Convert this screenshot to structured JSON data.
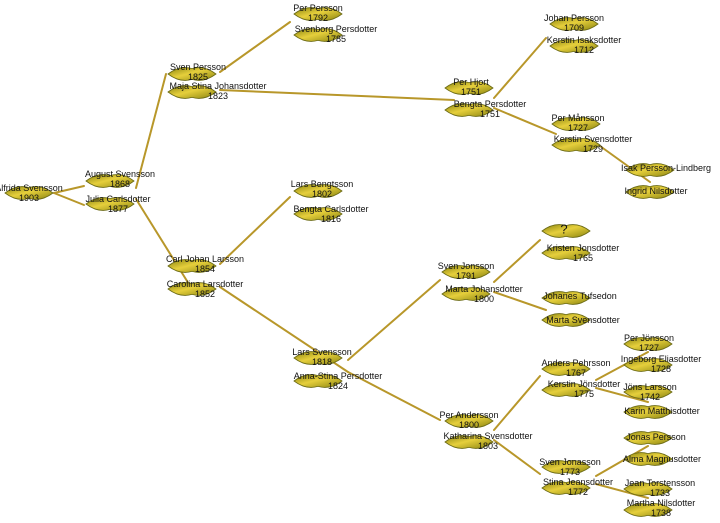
{
  "colors": {
    "branch": "#b8972a",
    "leaf_light": "#e6cf3c",
    "leaf_dark": "#8a8410",
    "leaf_edge": "#6b6a14"
  },
  "people": {
    "alfrida": {
      "name": "Alfrida Svensson",
      "year": "1903"
    },
    "august": {
      "name": "August Svensson",
      "year": "1868"
    },
    "julia": {
      "name": "Julia Carlsdotter",
      "year": "1877"
    },
    "sven_p": {
      "name": "Sven Persson",
      "year": "1825"
    },
    "maja": {
      "name": "Maja Stina Johansdotter",
      "year": "1823"
    },
    "carl": {
      "name": "Carl Johan Larsson",
      "year": "1854"
    },
    "carolina": {
      "name": "Carolina Larsdotter",
      "year": "1852"
    },
    "per_persson": {
      "name": "Per Persson",
      "year": "1792"
    },
    "svenborg": {
      "name": "Svenborg Persdotter",
      "year": "1785"
    },
    "lars_b": {
      "name": "Lars Bengtsson",
      "year": "1802"
    },
    "bengta_c": {
      "name": "Bengta Carlsdotter",
      "year": "1816"
    },
    "lars_s": {
      "name": "Lars Svensson",
      "year": "1818"
    },
    "anna": {
      "name": "Anna-Stina Persdotter",
      "year": "1824"
    },
    "per_hjort": {
      "name": "Per Hjort",
      "year": "1751"
    },
    "bengta_p": {
      "name": "Bengta Persdotter",
      "year": "1751"
    },
    "johan_p": {
      "name": "Johan Persson",
      "year": "1709"
    },
    "kerstin_i": {
      "name": "Kerstin Isaksdotter",
      "year": "1712"
    },
    "per_m": {
      "name": "Per Månsson",
      "year": "1727"
    },
    "kerstin_s": {
      "name": "Kerstin Svensdotter",
      "year": "1729"
    },
    "isak": {
      "name": "Isak Persson-Lindberg",
      "year": ""
    },
    "ingrid": {
      "name": "Ingrid Nilsdotter",
      "year": ""
    },
    "sven_j": {
      "name": "Sven Jonsson",
      "year": "1791"
    },
    "marta_j": {
      "name": "Marta Johansdotter",
      "year": "1800"
    },
    "unknown": {
      "name": "?",
      "year": ""
    },
    "kristen": {
      "name": "Kristen Jonsdotter",
      "year": "1765"
    },
    "johanes": {
      "name": "Johanes Tufsedon",
      "year": ""
    },
    "marta_s": {
      "name": "Marta Svensdotter",
      "year": ""
    },
    "per_a": {
      "name": "Per Andersson",
      "year": "1800"
    },
    "katharina": {
      "name": "Katharina Svensdotter",
      "year": "1803"
    },
    "anders": {
      "name": "Anders Pehrsson",
      "year": "1767"
    },
    "kerstin_j": {
      "name": "Kerstin Jönsdotter",
      "year": "1775"
    },
    "sven_jon": {
      "name": "Sven Jonasson",
      "year": "1773"
    },
    "stina": {
      "name": "Stina Jeansdotter",
      "year": "1772"
    },
    "per_j": {
      "name": "Per Jönsson",
      "year": "1727"
    },
    "ingeborg": {
      "name": "Ingeborg Eliasdotter",
      "year": "1728"
    },
    "jons": {
      "name": "Jöns Larsson",
      "year": "1742"
    },
    "karin": {
      "name": "Karin Matthisdotter",
      "year": ""
    },
    "jonas": {
      "name": "Jonas Persson",
      "year": ""
    },
    "alma": {
      "name": "Alma Magnusdotter",
      "year": ""
    },
    "jean": {
      "name": "Jean Torstensson",
      "year": "1733"
    },
    "martha": {
      "name": "Martha Nilsdotter",
      "year": "1738"
    }
  }
}
